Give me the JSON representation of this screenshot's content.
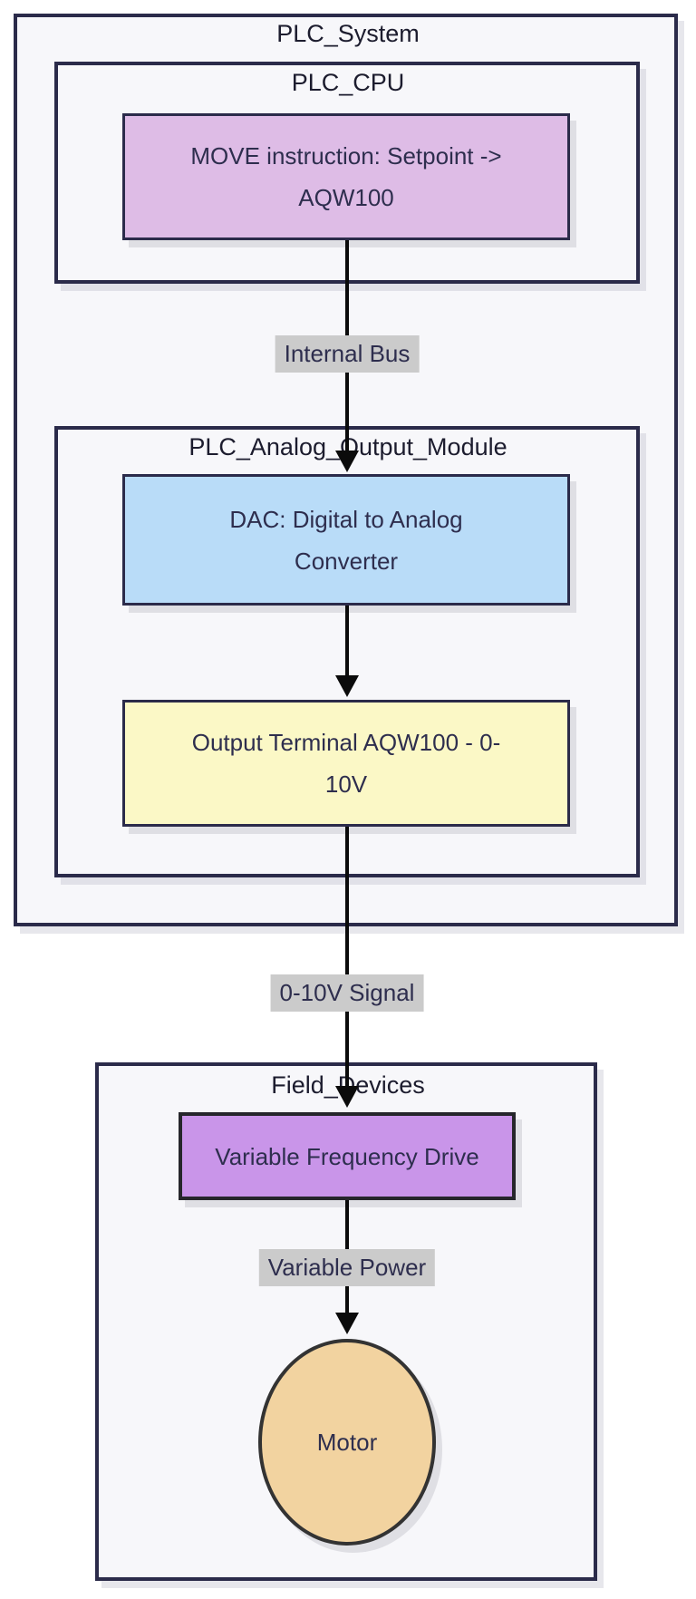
{
  "diagram": {
    "type": "flowchart",
    "direction": "top-down",
    "containers": [
      {
        "id": "plc_system",
        "title": "PLC_System"
      },
      {
        "id": "plc_cpu",
        "title": "PLC_CPU",
        "parent": "plc_system"
      },
      {
        "id": "plc_analog_output_module",
        "title": "PLC_Analog_Output_Module",
        "parent": "plc_system"
      },
      {
        "id": "field_devices",
        "title": "Field_Devices"
      }
    ],
    "nodes": [
      {
        "id": "move_instruction",
        "shape": "rectangle",
        "container": "plc_cpu",
        "label": "MOVE instruction: Setpoint -> AQW100",
        "lines": [
          "MOVE instruction: Setpoint ->",
          "AQW100"
        ],
        "fill": "#debce6"
      },
      {
        "id": "dac",
        "shape": "rectangle",
        "container": "plc_analog_output_module",
        "label": "DAC: Digital to Analog Converter",
        "lines": [
          "DAC: Digital to Analog",
          "Converter"
        ],
        "fill": "#b9dcf8"
      },
      {
        "id": "output_terminal",
        "shape": "rectangle",
        "container": "plc_analog_output_module",
        "label": "Output Terminal AQW100 - 0-10V",
        "lines": [
          "Output Terminal AQW100 - 0-",
          "10V"
        ],
        "fill": "#fbf8c6"
      },
      {
        "id": "vfd",
        "shape": "rectangle",
        "container": "field_devices",
        "label": "Variable Frequency Drive",
        "lines": [
          "Variable Frequency Drive"
        ],
        "fill": "#c995e9"
      },
      {
        "id": "motor",
        "shape": "circle",
        "container": "field_devices",
        "label": "Motor",
        "lines": [
          "Motor"
        ],
        "fill": "#f2d3a0"
      }
    ],
    "edges": [
      {
        "from": "move_instruction",
        "to": "dac",
        "label": "Internal Bus"
      },
      {
        "from": "dac",
        "to": "output_terminal",
        "label": ""
      },
      {
        "from": "output_terminal",
        "to": "vfd",
        "label": "0-10V Signal"
      },
      {
        "from": "vfd",
        "to": "motor",
        "label": "Variable Power"
      }
    ],
    "colors": {
      "container_fill": "#f7f7fa",
      "container_border": "#2b2b4a",
      "node_border": "#2b2b4a",
      "edge_label_bg": "#cbcbcb",
      "arrow": "#0b0b0b",
      "text": "#2e2e4e"
    }
  }
}
